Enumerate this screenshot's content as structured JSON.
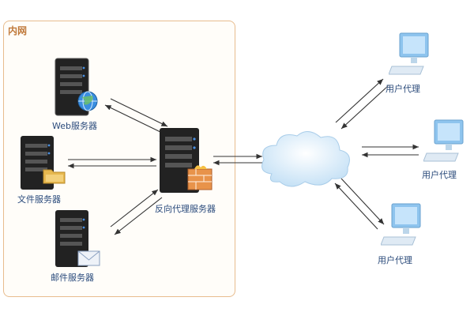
{
  "intranet": {
    "title": "内网"
  },
  "servers": {
    "web": {
      "label": "Web服务器"
    },
    "file": {
      "label": "文件服务器"
    },
    "mail": {
      "label": "邮件服务器"
    },
    "proxy": {
      "label": "反向代理服务器"
    }
  },
  "clients": [
    {
      "label": "用户代理"
    },
    {
      "label": "用户代理"
    },
    {
      "label": "用户代理"
    }
  ],
  "icons": {
    "server": "server-icon",
    "globe": "globe-icon",
    "folder": "folder-icon",
    "envelope": "envelope-icon",
    "firewall": "firewall-icon",
    "cloud": "cloud-icon",
    "monitor": "monitor-icon"
  },
  "colors": {
    "border": "#e8bc8e",
    "label": "#2a4a7a",
    "arrow": "#333333",
    "cloud": "#cfe6f7",
    "monitor": "#9ccbef"
  }
}
